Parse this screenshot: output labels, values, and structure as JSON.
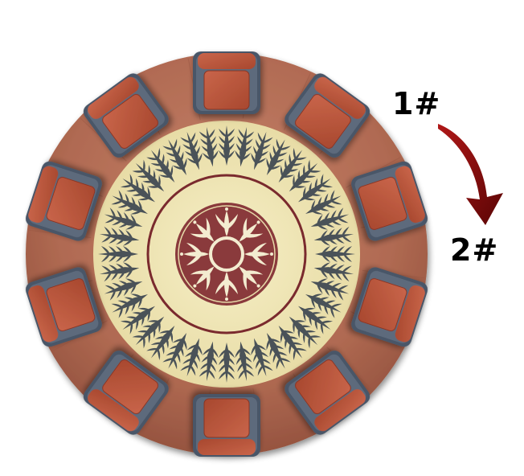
{
  "diagram": {
    "seat_count": 10,
    "labels": {
      "seat_1": "1#",
      "seat_2": "2#"
    },
    "rotation_direction": "clockwise",
    "colors": {
      "floor": "#b5705a",
      "floor_edge": "#9a5642",
      "rug": "#efe6b6",
      "rug_ring": "#7a2a2e",
      "medallion": "#8a3a3c",
      "leaf": "#4a5258",
      "chair_frame": "#4a5667",
      "chair_seat": "#b8553d",
      "arrow": "#7a0a0a"
    }
  }
}
